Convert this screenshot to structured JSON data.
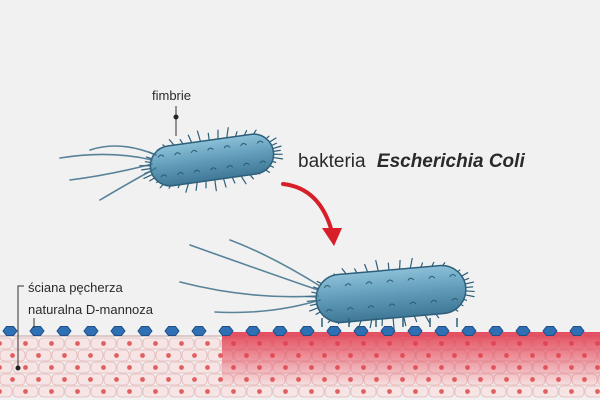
{
  "labels": {
    "fimbriae": "fimbrie",
    "bacterium_prefix": "bakteria",
    "bacterium_name": "Escherichia Coli",
    "bladder_wall": "ściana pęcherza",
    "d_mannose": "naturalna D-mannoza"
  },
  "colors": {
    "background": "#f1f1f1",
    "bacterium_fill": "#5f9bb8",
    "bacterium_dark": "#2d5f7a",
    "fimbriae": "#3d6f8a",
    "arrow": "#d71f2a",
    "mannose": "#2f6fb3",
    "tissue_cell": "#f7e4e4",
    "tissue_nucleus": "#e06060",
    "inflamed": "#e23a4e",
    "label_text": "#2a2a2a"
  },
  "icons": {
    "arrow": "curved-arrow-icon",
    "marker": "dot-marker-icon"
  }
}
